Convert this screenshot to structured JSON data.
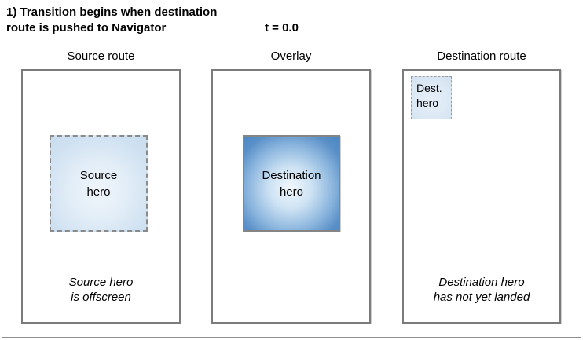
{
  "figure": {
    "title": "1) Transition begins when destination\nroute is pushed to Navigator",
    "time_label": "t = 0.0"
  },
  "panels": {
    "source": {
      "title": "Source route",
      "hero_label": "Source\nhero",
      "caption": "Source hero\nis offscreen"
    },
    "overlay": {
      "title": "Overlay",
      "hero_label": "Destination\nhero"
    },
    "destination": {
      "title": "Destination route",
      "hero_label": "Dest.\nhero",
      "caption": "Destination hero\nhas not yet landed"
    }
  },
  "colors": {
    "outer_frame_border": "#8e8e8e",
    "panel_border": "#7b7b7b",
    "hero_dashed_border": "#8a8a8a",
    "source_hero_fill_center": "#f0f6fb",
    "source_hero_fill_edge": "#c8ddef",
    "overlay_hero_fill_center": "#f2f8fd",
    "overlay_hero_fill_edge": "#4a86c3",
    "dest_hero_fill": "#d9e7f4",
    "text": "#000000"
  }
}
